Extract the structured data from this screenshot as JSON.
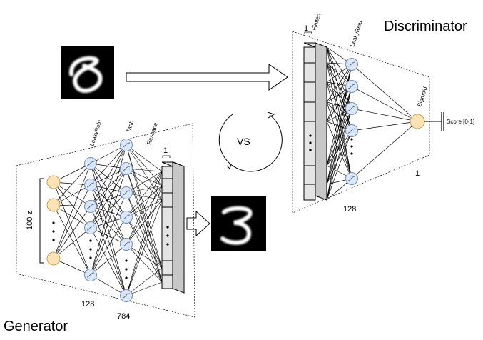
{
  "titles": {
    "discriminator": "Discriminator",
    "generator": "Generator"
  },
  "vs_label": "VS",
  "generator": {
    "input_label": "100 z",
    "hidden_label": "LeakyRelu",
    "hidden_count": "128",
    "output_activation": "Tanh",
    "output_count": "784",
    "reshape_label": "Reshape",
    "reshape_width": "1"
  },
  "discriminator": {
    "flatten_label": "Flatten",
    "flatten_width": "1",
    "hidden_label": "LeakyRelu",
    "hidden_count": "128",
    "output_activation": "Sigmoid",
    "output_count": "1",
    "score_label": "Score [0-1]"
  },
  "digits": {
    "real_sample": "8",
    "generated_sample": "3"
  },
  "colors": {
    "input_node": "#fbe3b5",
    "input_stroke": "#c9a24f",
    "hidden_node": "#dbe7f6",
    "hidden_stroke": "#6f8fc2",
    "reshape_bar": "#e4e4e4",
    "line": "#000000"
  }
}
